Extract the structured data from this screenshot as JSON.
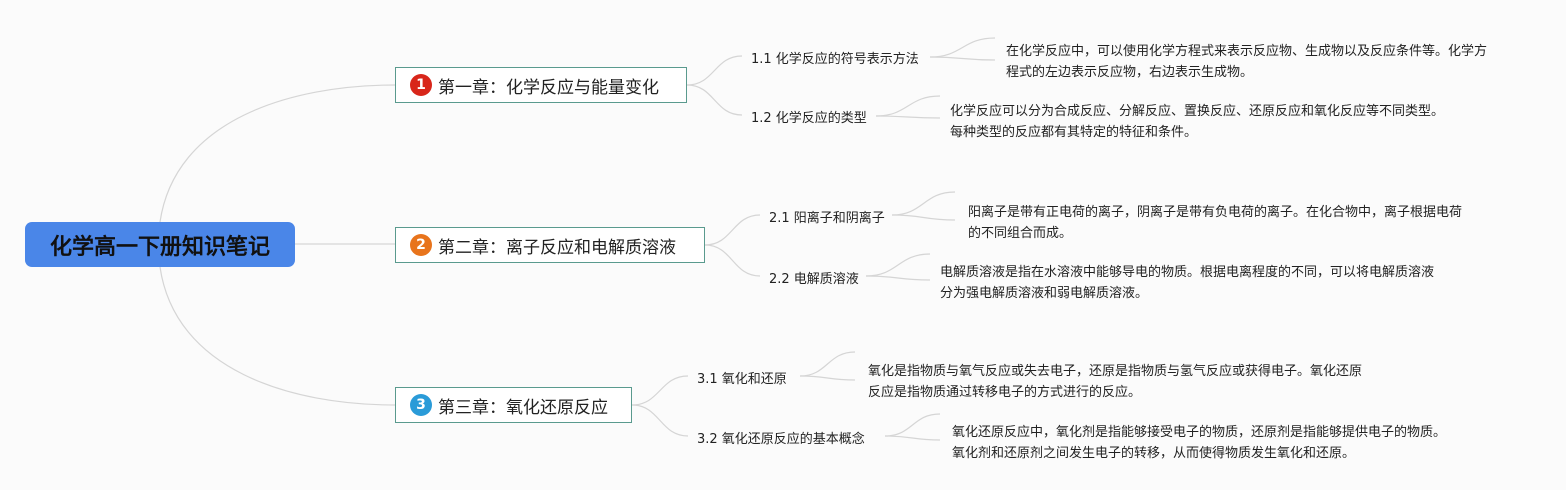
{
  "root": {
    "title": "化学高一下册知识笔记"
  },
  "colors": {
    "root_bg": "#4a86e8",
    "chapter_border": "#5a9a8e",
    "link": "#d5d5d5",
    "badges": [
      "#d8261a",
      "#e8741c",
      "#2a9bd8"
    ]
  },
  "chapters": [
    {
      "badge": "1",
      "title": "第一章：化学反应与能量变化",
      "sections": [
        {
          "title": "1.1 化学反应的符号表示方法",
          "note": "在化学反应中，可以使用化学方程式来表示反应物、生成物以及反应条件等。化学方程式的左边表示反应物，右边表示生成物。"
        },
        {
          "title": "1.2 化学反应的类型",
          "note": "化学反应可以分为合成反应、分解反应、置换反应、还原反应和氧化反应等不同类型。每种类型的反应都有其特定的特征和条件。"
        }
      ]
    },
    {
      "badge": "2",
      "title": "第二章：离子反应和电解质溶液",
      "sections": [
        {
          "title": "2.1 阳离子和阴离子",
          "note": "阳离子是带有正电荷的离子，阴离子是带有负电荷的离子。在化合物中，离子根据电荷的不同组合而成。"
        },
        {
          "title": "2.2 电解质溶液",
          "note": "电解质溶液是指在水溶液中能够导电的物质。根据电离程度的不同，可以将电解质溶液分为强电解质溶液和弱电解质溶液。"
        }
      ]
    },
    {
      "badge": "3",
      "title": "第三章：氧化还原反应",
      "sections": [
        {
          "title": "3.1 氧化和还原",
          "note": "氧化是指物质与氧气反应或失去电子，还原是指物质与氢气反应或获得电子。氧化还原反应是指物质通过转移电子的方式进行的反应。"
        },
        {
          "title": "3.2 氧化还原反应的基本概念",
          "note": "氧化还原反应中，氧化剂是指能够接受电子的物质，还原剂是指能够提供电子的物质。氧化剂和还原剂之间发生电子的转移，从而使得物质发生氧化和还原。"
        }
      ]
    }
  ]
}
